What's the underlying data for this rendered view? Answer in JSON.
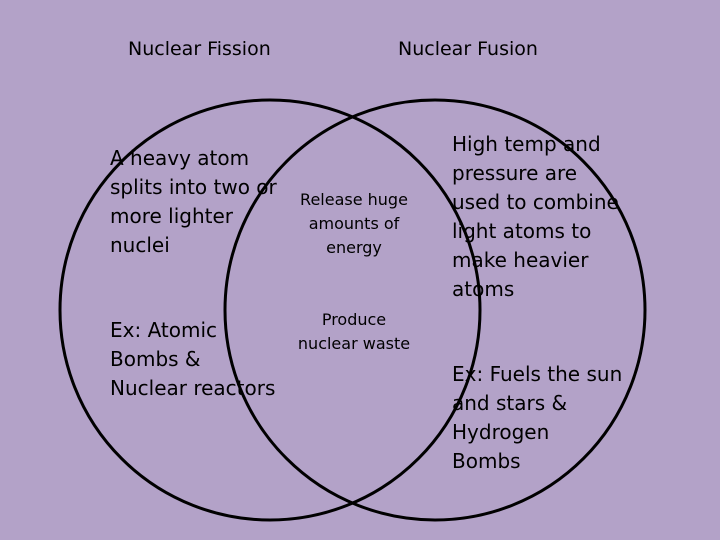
{
  "diagram": {
    "left_title": "Nuclear Fission",
    "right_title": "Nuclear Fusion",
    "left_definition": "A heavy atom\nsplits into two or\nmore lighter\nnuclei",
    "left_example": "Ex: Atomic\nBombs &\nNuclear reactors",
    "shared_energy": "Release huge\namounts of\nenergy",
    "shared_waste": "Produce\nnuclear waste",
    "right_definition": "High temp and\npressure are\nused to combine\nlight atoms to\nmake heavier\natoms",
    "right_example": "Ex: Fuels the sun\nand stars &\nHydrogen\nBombs"
  },
  "colors": {
    "background": "#b3a2c8",
    "outline": "#000000"
  }
}
